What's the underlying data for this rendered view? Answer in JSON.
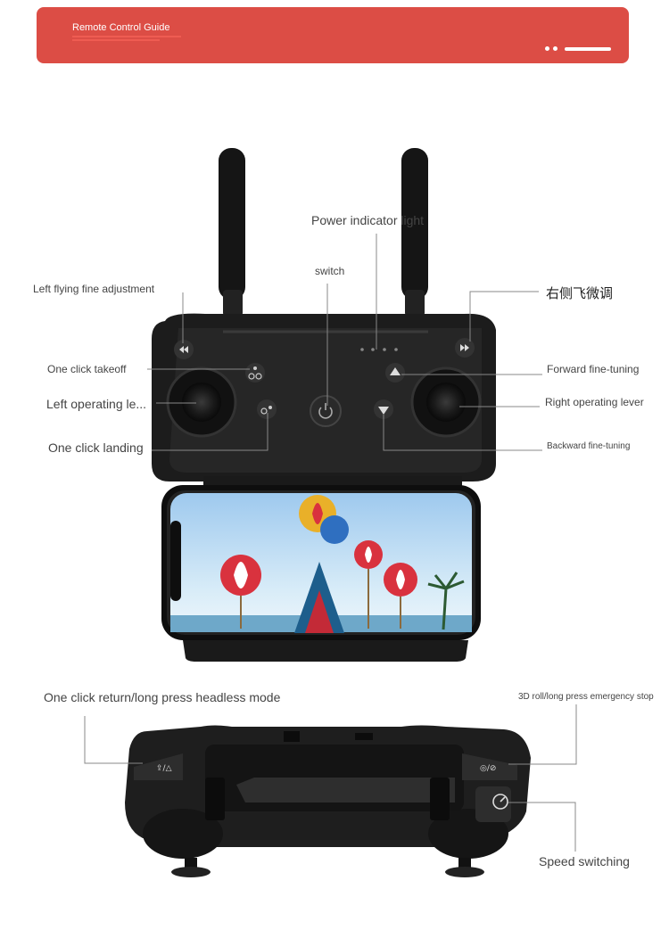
{
  "banner": {
    "title": "Remote Control Guide",
    "accent_color": "#dc4d45"
  },
  "top_labels": {
    "power_indicator": "Power indicator light",
    "switch": "switch",
    "left_fine": "Left flying fine adjustment",
    "right_fine": "右侧飞微调",
    "takeoff": "One click takeoff",
    "left_lever": "Left operating le...",
    "landing": "One click landing",
    "forward": "Forward fine-tuning",
    "right_lever": "Right operating lever",
    "backward": "Backward fine-tuning"
  },
  "bottom_labels": {
    "return_headless": "One click return/long press headless mode",
    "roll_stop": "3D roll/long press emergency stop",
    "speed": "Speed switching"
  },
  "icons": [
    "rewind-icon",
    "fast-forward-icon",
    "takeoff-icon",
    "landing-icon",
    "power-icon",
    "up-arrow-icon",
    "down-arrow-icon",
    "headless-icon",
    "roll-icon",
    "speed-icon"
  ]
}
